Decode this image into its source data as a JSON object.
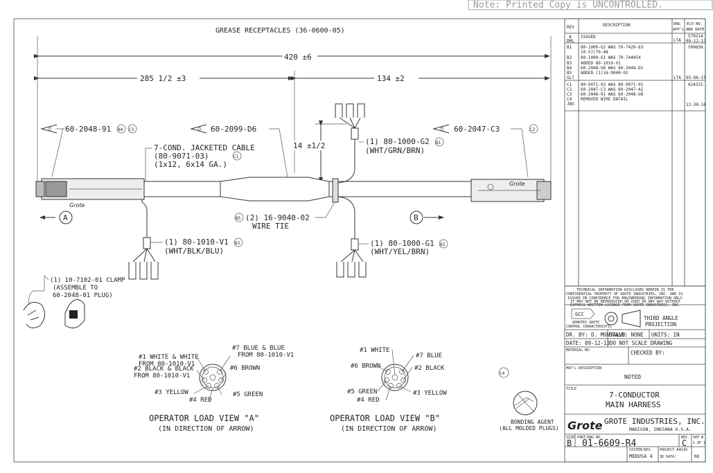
{
  "note": "Note: Printed Copy is UNCONTROLLED.",
  "header": {
    "title": "GREASE RECEPTACLES (36-0600-05)"
  },
  "dimensions": {
    "overall": "420 ±6",
    "left": "285 1/2 ±3",
    "right": "134 ±2",
    "branch": "14 ±1/2"
  },
  "callouts": {
    "left_plug": "60-2048-91",
    "left_plug_revs": [
      "B4",
      "C3"
    ],
    "mid_boot": "60-2099-D6",
    "right_plug": "60-2047-C3",
    "right_plug_rev": "C2",
    "cable_line1": "7-COND. JACKETED CABLE",
    "cable_line2": "(80-9071-03)",
    "cable_line3": "(1x12, 6x14 GA.)",
    "cable_rev": "C1",
    "g2_line1": "(1) 80-1000-G2",
    "g2_line2": "(WHT/GRN/BRN)",
    "g2_rev": "B1",
    "wire_tie_line1": "(2) 16-9040-02",
    "wire_tie_line2": "WIRE TIE",
    "wire_tie_rev": "B5",
    "v1_line1": "(1) 80-1010-V1",
    "v1_line2": "(WHT/BLK/BLU)",
    "v1_rev": "B3",
    "g1_line1": "(1) 80-1000-G1",
    "g1_line2": "(WHT/YEL/BRN)",
    "g1_rev": "B2",
    "view_a_marker": "A",
    "view_b_marker": "B",
    "clamp_line1": "(1) 10-7102-01 CLAMP",
    "clamp_line2": "(ASSEMBLE TO",
    "clamp_line3": "60-2048-01 PLUG)"
  },
  "view_a": {
    "p1": "#1 WHITE & WHITE",
    "p1b": "FROM 80-1010-V1",
    "p2": "#2 BLACK & BLACK",
    "p2b": "FROM 80-1010-V1",
    "p3": "#3 YELLOW",
    "p4": "#4 RED",
    "p5": "#5 GREEN",
    "p6": "#6 BROWN",
    "p7": "#7 BLUE & BLUE",
    "p7b": "FROM 80-1010-V1",
    "title": "OPERATOR LOAD VIEW \"A\"",
    "subtitle": "(IN DIRECTION OF ARROW)"
  },
  "view_b": {
    "p1": "#1 WHITE",
    "p2": "#2 BLACK",
    "p3": "#3 YELLOW",
    "p4": "#4 RED",
    "p5": "#5 GREEN",
    "p6": "#6 BROWN",
    "p7": "#7 BLUE",
    "title": "OPERATOR LOAD VIEW \"B\"",
    "subtitle": "(IN DIRECTION OF ARROW)"
  },
  "bonding": {
    "rev": "C4",
    "line1": "BONDING AGENT",
    "line2": "(ALL MOLDED PLUGS)"
  },
  "revisions": {
    "headers": [
      "REV",
      "DESCRIPTION",
      "ENG",
      "APP'L",
      "ECO NO.",
      "AND DATE"
    ],
    "block_a": {
      "rev": "A",
      "by": "DML",
      "desc": "ISSUED",
      "eng": "LTA",
      "eco": "570214",
      "date": "09-12-13"
    },
    "block_b": {
      "revs": [
        "B1",
        "B2",
        "B3",
        "B4",
        "B5",
        "GLT"
      ],
      "lines": [
        "80-1000-G2 WAS 70-7420-63",
        "10-57/70-48",
        "80-1000-G1 WAS 70-744054",
        "ADDED 80-1010-V1",
        "60-2048-U8 WAS 60-2048-D1",
        "ADDED (1)16-9040-02"
      ],
      "eng": "LTA",
      "eco": "599658",
      "date": "05-06-15"
    },
    "block_c": {
      "revs": [
        "C1",
        "C2",
        "C3",
        "C4",
        "JBS"
      ],
      "lines": [
        "80-9071-03 WAS 80-9071-01",
        "60-2047-C3 WAS 60-2047-A1",
        "60-2048-91 WAS 60-2048-U8",
        "REMOVED WIRE DATAIL"
      ],
      "eco": "624331",
      "date": "12-30-16"
    }
  },
  "legal": [
    "TECHNICAL INFORMATION DISCLOSED HEREIN IS THE",
    "CONFIDENTIAL PROPERTY OF GROTE INDUSTRIES, INC. AND IS",
    "ISSUED IN CONFIDENCE FOR ENGINEERING INFORMATION ONLY.",
    "IT MAY NOT BE REPRODUCED OR USED IN ANY WAY WITHOUT",
    "EXPRESS WRITTEN LICENSE FROM GROTE INDUSTRIES, INC."
  ],
  "gcc": {
    "label": "GCC",
    "line1": "DENOTES GROTE",
    "line2": "CONTROL CHARACTERISTIC"
  },
  "projection": {
    "line1": "THIRD ANGLE",
    "line2": "PROJECTION"
  },
  "titleblock": {
    "dr_by": "DR. BY: D. MONTALVO",
    "scale": "SCALE: NONE",
    "units": "UNITS: IN",
    "date": "DATE:   09-12-13",
    "dns": "DO NOT SCALE DRAWING",
    "material_no": "MATERIAL NO.",
    "checked_by": "CHECKED BY:",
    "matl_desc": "MAT'L DESCRIPTION",
    "noted": "NOTED",
    "title_label": "TITLE",
    "title1": "7-CONDUCTOR",
    "title2": "MAIN HARNESS",
    "logo": "Grote",
    "company": "GROTE INDUSTRIES, INC.",
    "location": "MADISON, INDIANA U.S.A.",
    "size_label": "SIZE",
    "size": "B",
    "part_label": "PART/DWG NO.",
    "part": "01-6609-R4",
    "rev_label": "REV.",
    "rev": "C",
    "sht_label": "SHT #",
    "sht": "1 OF 1",
    "sysrev_label": "SYSTEM/REV.",
    "sysrev": "MEDUSA 4",
    "project_label": "PROJECT #:",
    "project": "8149",
    "data3d_label": "3D DATA:",
    "data3d": "NO"
  }
}
